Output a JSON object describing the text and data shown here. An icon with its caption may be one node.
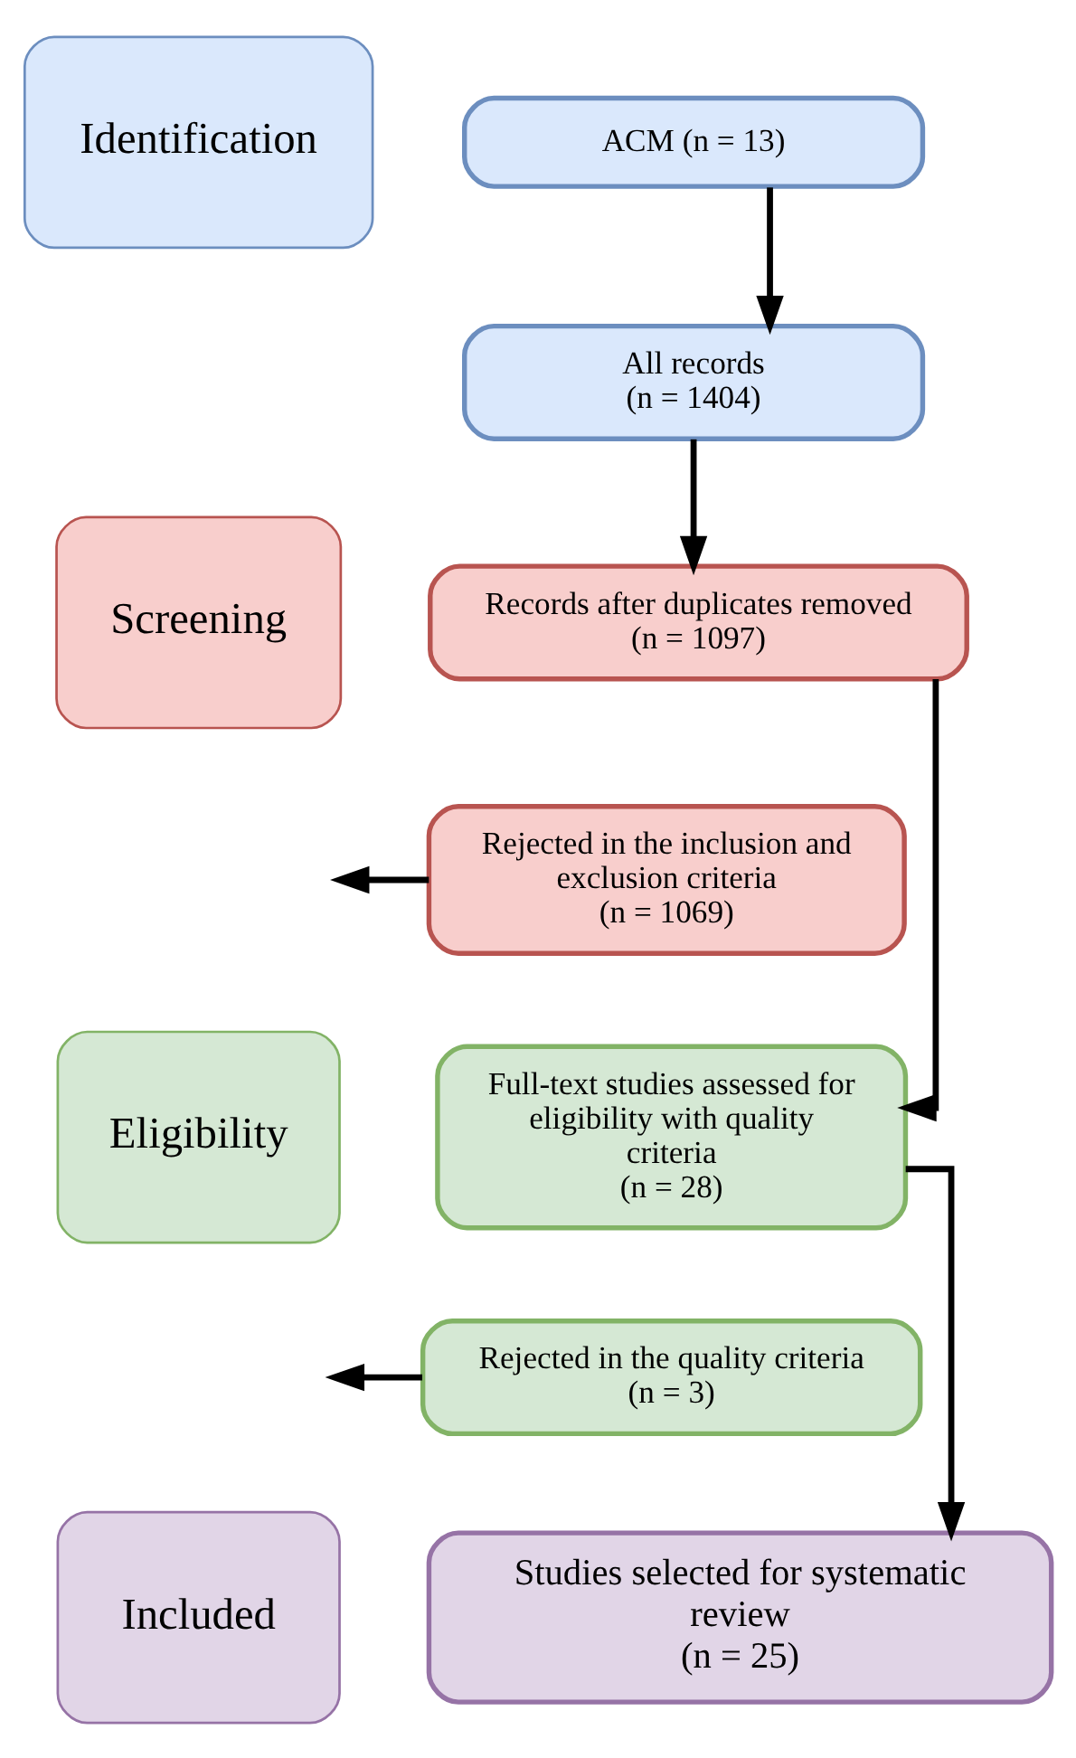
{
  "diagram": {
    "nodes": [
      {
        "text": [
          "Identification"
        ]
      },
      {
        "text": [
          "ACM (n = 13)"
        ]
      },
      {
        "text": [
          "All records",
          "(n = 1404)"
        ]
      },
      {
        "text": [
          "Screening"
        ]
      },
      {
        "text": [
          "Records after duplicates removed",
          "(n = 1097)"
        ]
      },
      {
        "text": [
          "Rejected in the inclusion and exclusion criteria",
          "(n = 1069)"
        ]
      },
      {
        "text": [
          "Eligibility"
        ]
      },
      {
        "text": [
          "Full-text studies assessed for eligibility with quality criteria",
          "(n = 28)"
        ]
      },
      {
        "text": [
          "Rejected in the quality criteria",
          "(n = 3)"
        ]
      },
      {
        "text": [
          "Included"
        ]
      },
      {
        "text": [
          "Studies selected for systematic review",
          "(n = 25)"
        ]
      }
    ],
    "edges": [
      {
        "from": 1,
        "to": 2,
        "arrow": "to"
      },
      {
        "from": 2,
        "to": 4,
        "arrow": "to"
      },
      {
        "from": 4,
        "to": 7,
        "arrow": "to"
      },
      {
        "from": 5,
        "to": null,
        "arrow": "to"
      },
      {
        "from": 7,
        "to": 10,
        "arrow": "to"
      },
      {
        "from": 8,
        "to": null,
        "arrow": "to"
      }
    ]
  }
}
